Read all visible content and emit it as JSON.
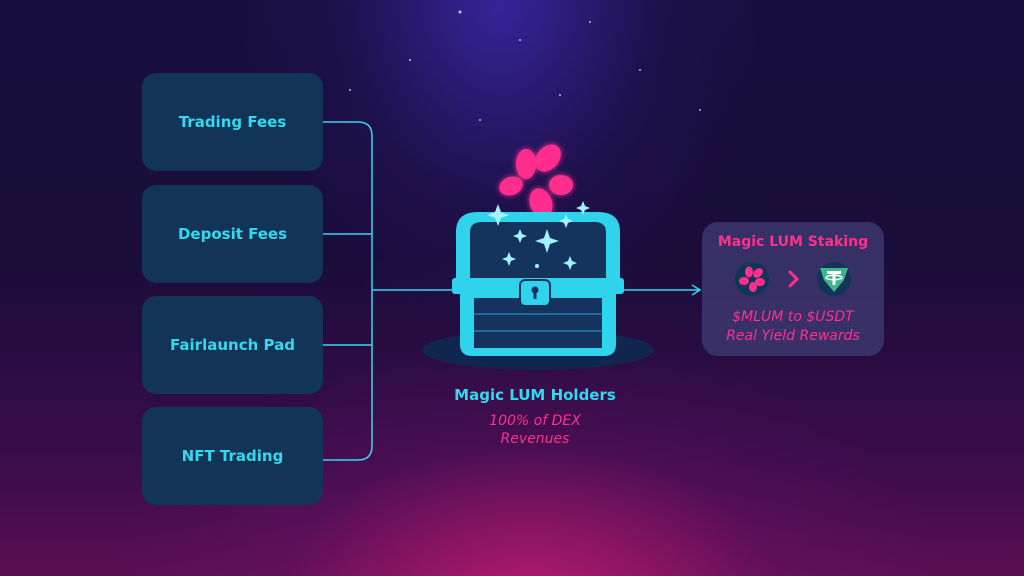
{
  "sources": [
    {
      "label": "Trading Fees"
    },
    {
      "label": "Deposit Fees"
    },
    {
      "label": "Fairlaunch Pad"
    },
    {
      "label": "NFT Trading"
    }
  ],
  "holders": {
    "title": "Magic LUM Holders",
    "subtitle_line1": "100% of DEX",
    "subtitle_line2": "Revenues"
  },
  "staking": {
    "title": "Magic LUM Staking",
    "desc_line1": "$MLUM to $USDT",
    "desc_line2": "Real Yield Rewards"
  },
  "colors": {
    "cyan": "#34d8ef",
    "pink": "#ff2f8e",
    "box": "#123457",
    "usdt_green": "#3fb58a"
  },
  "icons": [
    "flower-icon",
    "treasure-chest-icon",
    "sparkle-icon",
    "chevron-right-icon",
    "usdt-icon",
    "lum-logo-icon"
  ]
}
